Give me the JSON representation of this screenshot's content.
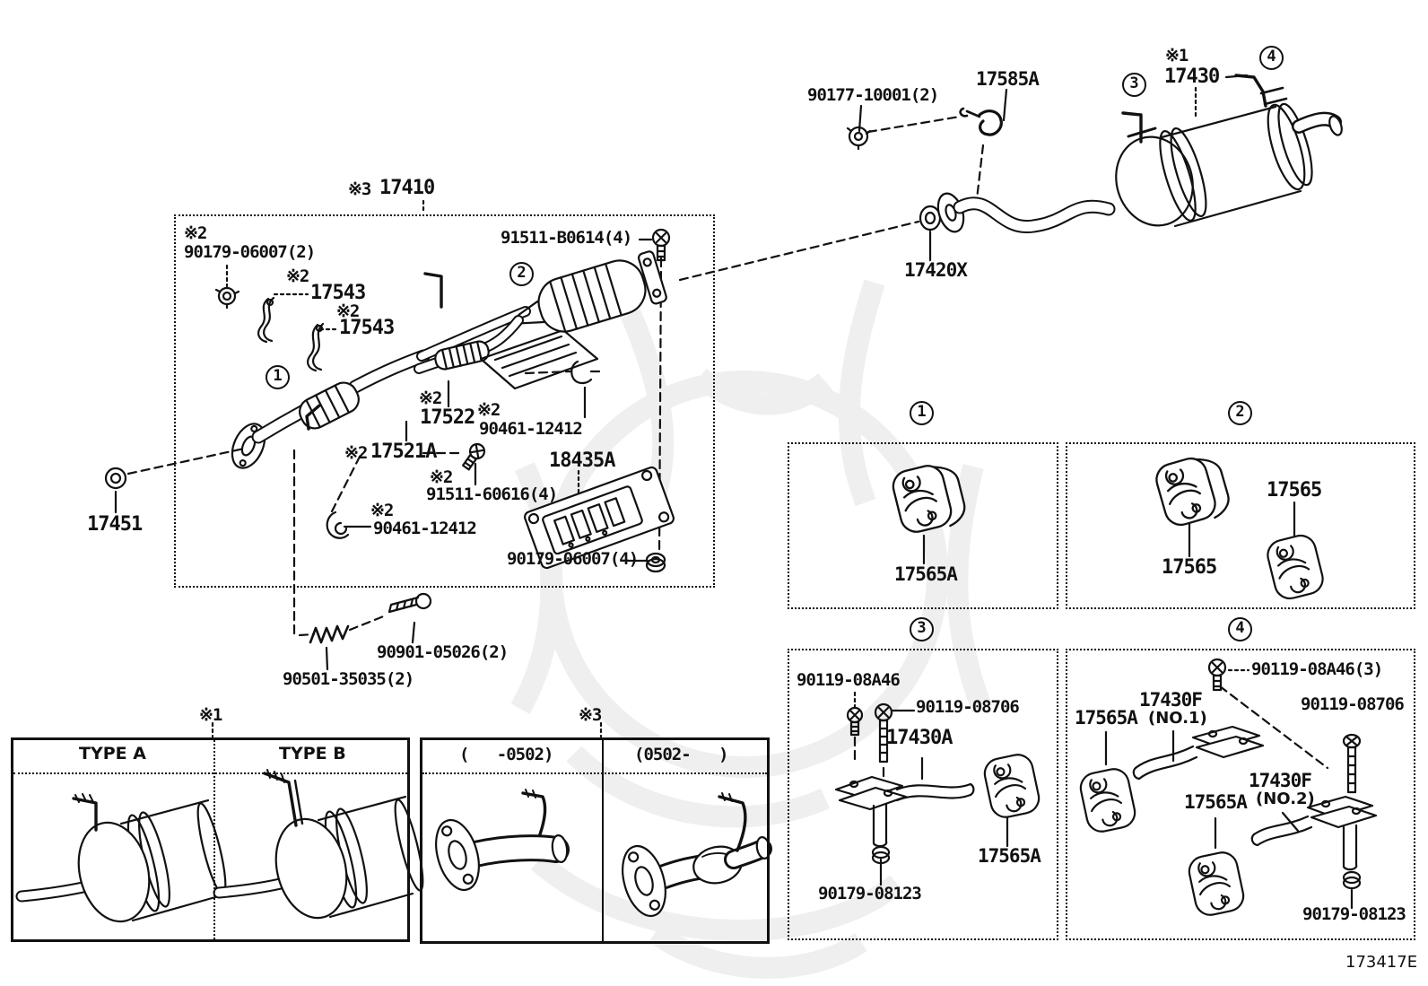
{
  "page": {
    "code": "173417E"
  },
  "callouts": {
    "c1": "1",
    "c2": "2",
    "c3": "3",
    "c4": "4"
  },
  "main_box": {
    "title_note": "※3",
    "title": "17410",
    "nut_note": "※2",
    "nut": "90179-06007(2)",
    "bolt": "91511-B0614(4)",
    "bracket_a_note": "※2",
    "bracket_a": "17543",
    "bracket_b_note": "※2",
    "bracket_b": "17543",
    "flex_note": "※2",
    "flex": "17522",
    "clamp_a_note": "※2",
    "clamp_a": "90461-12412",
    "front_pipe_note": "※2",
    "front_pipe": "17521A",
    "shield": "18435A",
    "stud_note": "※2",
    "stud": "91511-60616(4)",
    "clamp_b_note": "※2",
    "clamp_b": "90461-12412",
    "nut4": "90179-06007(4)"
  },
  "front": {
    "gasket": "17451",
    "service_bolt": "90901-05026(2)",
    "spring": "90501-35035(2)"
  },
  "rear": {
    "nut": "90177-10001(2)",
    "bracket": "17585A",
    "muffler_note": "※1",
    "muffler": "17430",
    "gasket": "17420X"
  },
  "panels": {
    "p1": {
      "hanger": "17565A"
    },
    "p2": {
      "hanger_right": "17565",
      "hanger_left": "17565"
    },
    "p3": {
      "bolt_small": "90119-08A46",
      "bolt_long": "90119-08706",
      "bracket": "17430A",
      "hanger": "17565A",
      "nut": "90179-08123"
    },
    "p4": {
      "bolt_small": "90119-08A46(3)",
      "bracket1": "17430F",
      "bracket1_no": "(NO.1)",
      "hanger1": "17565A",
      "bolt_long": "90119-08706",
      "bracket2": "17430F",
      "bracket2_no": "(NO.2)",
      "hanger2": "17565A",
      "nut": "90179-08123"
    }
  },
  "type_box": {
    "note": "※1",
    "col_a": "TYPE A",
    "col_b": "TYPE B"
  },
  "date_box": {
    "note": "※3",
    "col_a": "(   -0502)",
    "col_b": "(0502-   )"
  }
}
